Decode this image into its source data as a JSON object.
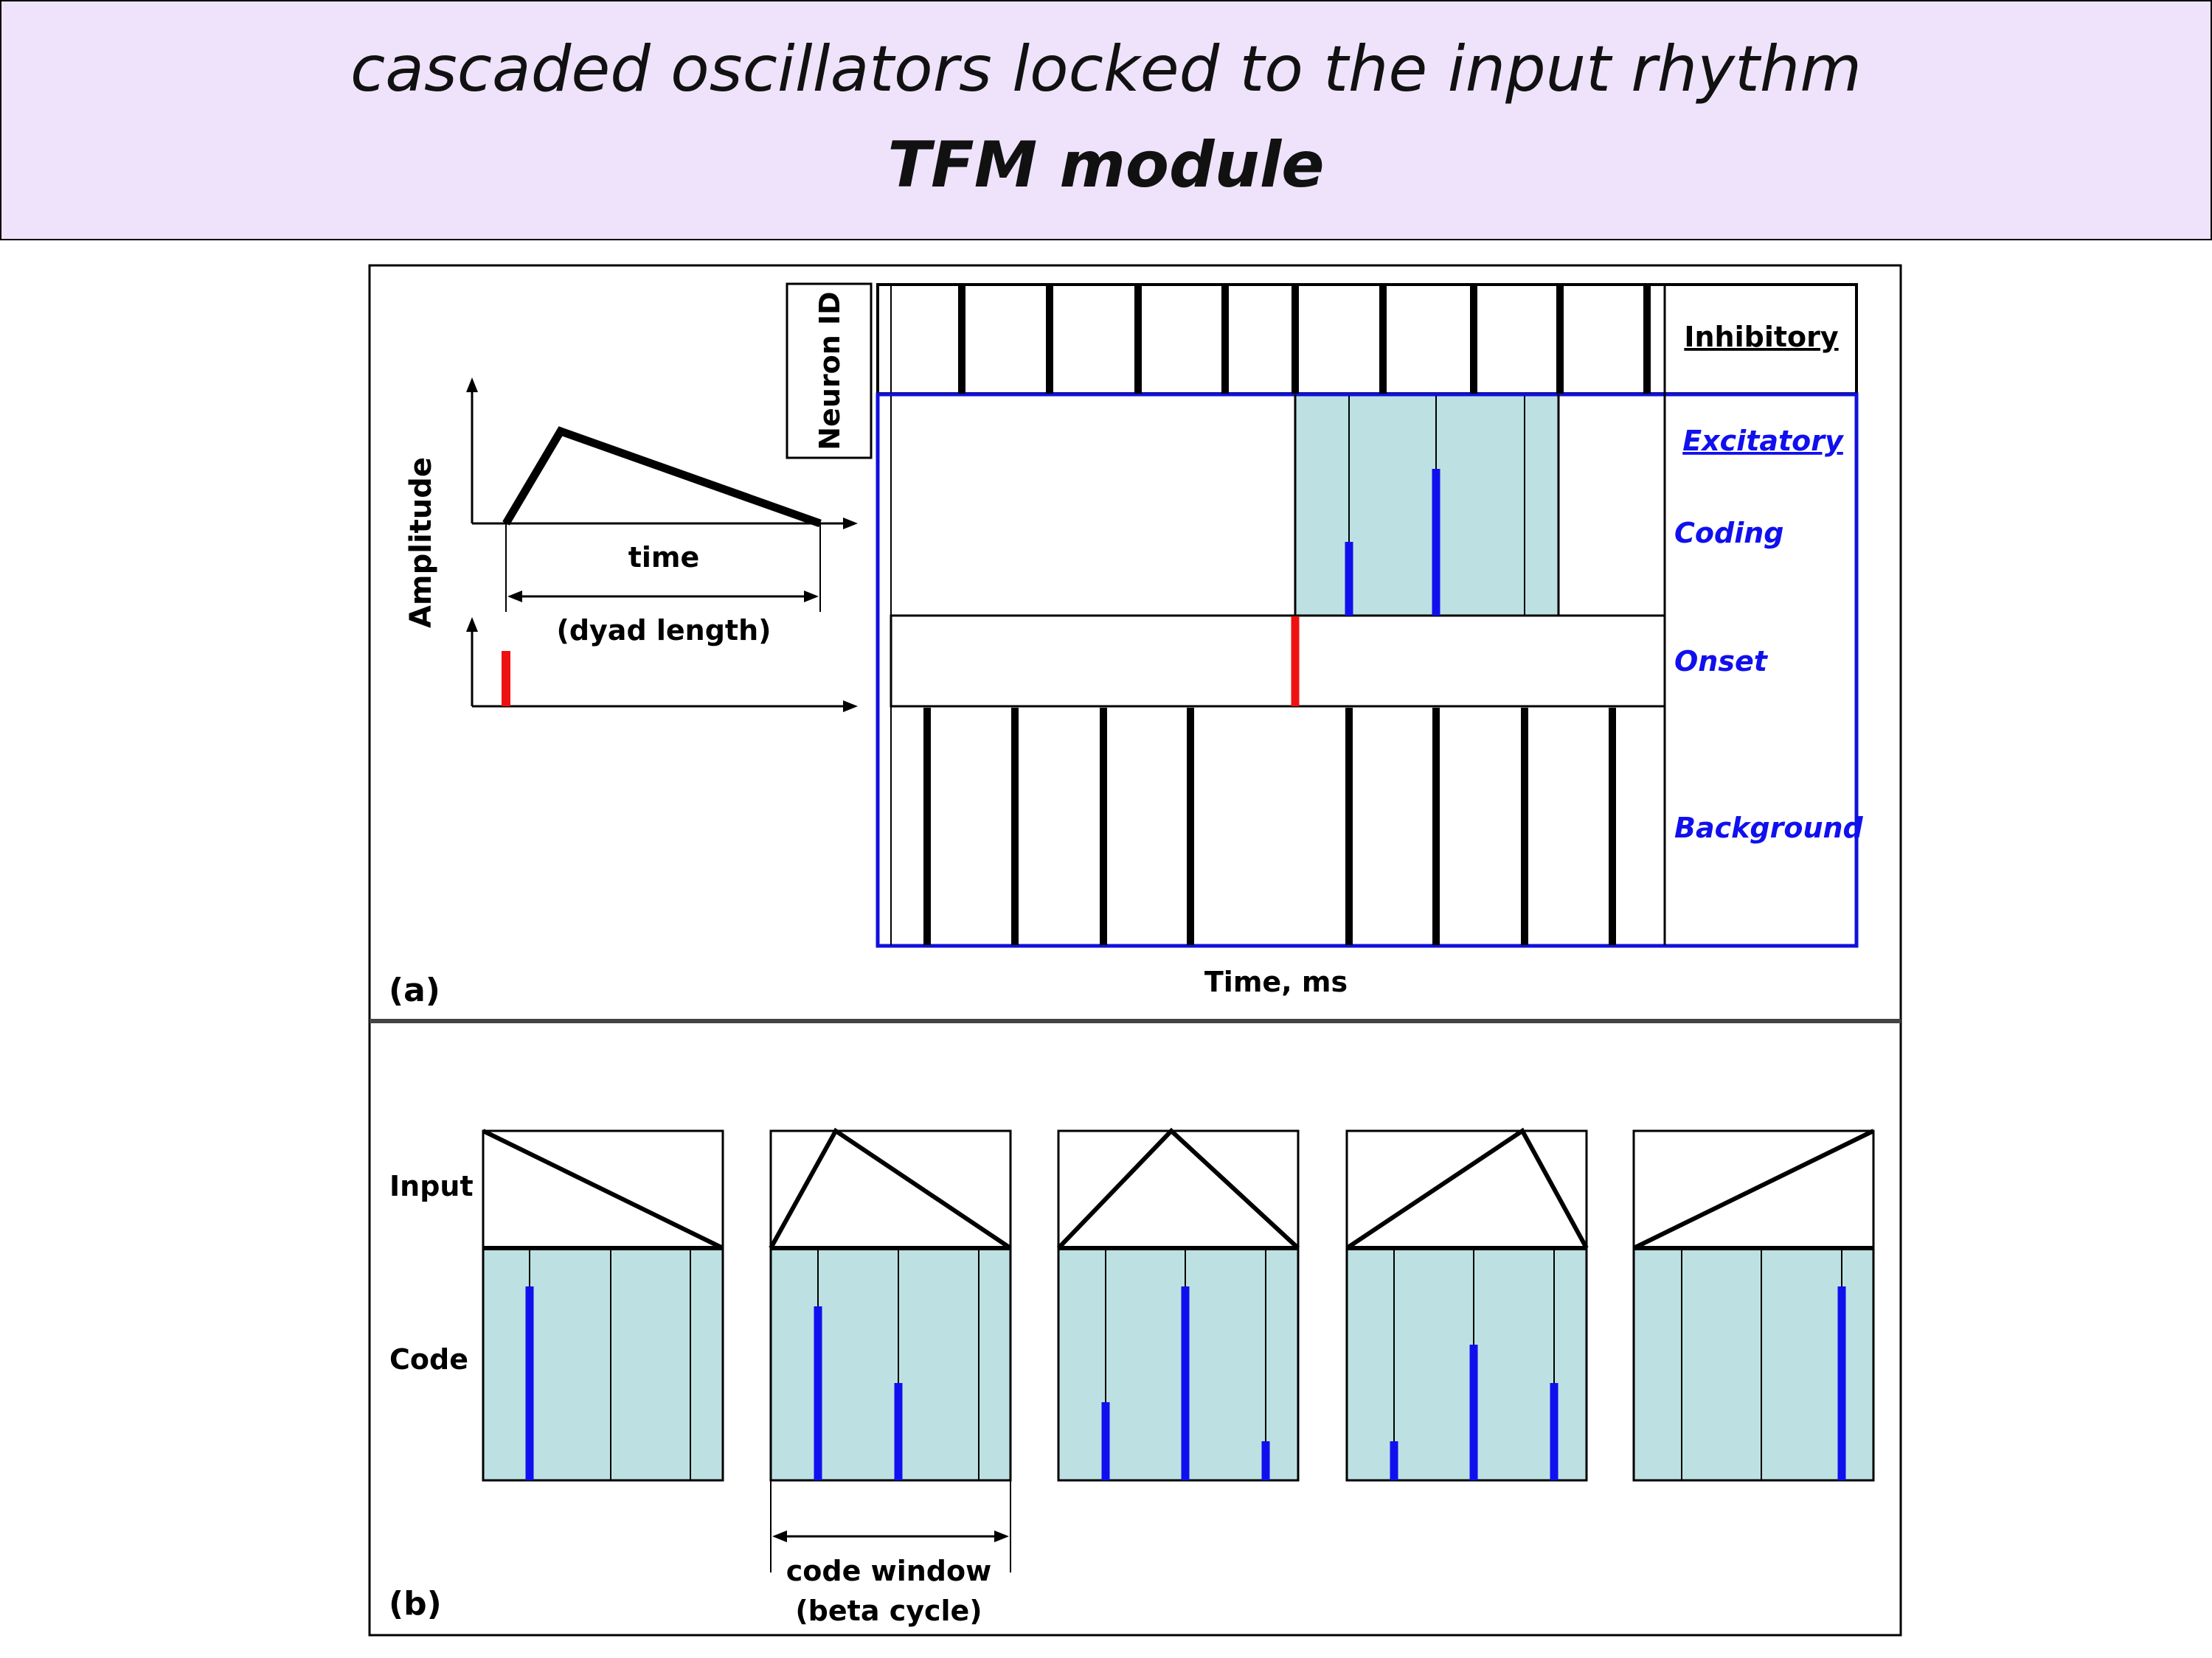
{
  "title": {
    "line1": "cascaded oscillators locked to the input rhythm",
    "line2": "TFM module"
  },
  "panel_a": {
    "label": "(a)",
    "y_axis_label": "Amplitude",
    "time_label": "time",
    "dyad_label": "(dyad length)",
    "neuron_id_label": "Neuron  ID",
    "x_axis_label": "Time, ms",
    "rows": {
      "inhibitory": "Inhibitory",
      "excitatory": "Excitatory",
      "coding": "Coding",
      "onset": "Onset",
      "background": "Background"
    }
  },
  "panel_b": {
    "label": "(b)",
    "input_label": "Input",
    "code_label": "Code",
    "window_label_1": "code window",
    "window_label_2": "(beta cycle)"
  },
  "colors": {
    "title_bg": "#efe3fc",
    "coding_bg": "#bde1e3",
    "spike_blue": "#1010ee",
    "onset_red": "#ee1111",
    "frame_blue": "#1010dd"
  }
}
